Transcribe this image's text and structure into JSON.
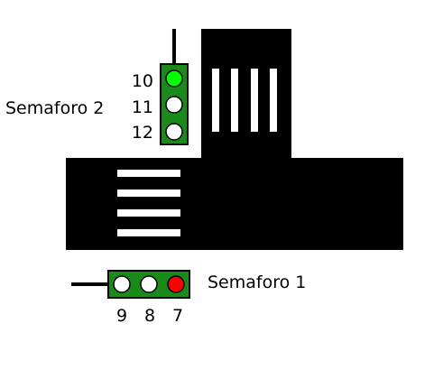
{
  "semaforo_1": {
    "label": "Semaforo 1",
    "lights": [
      {
        "number": "9",
        "state": "off",
        "color": "#ffffff"
      },
      {
        "number": "8",
        "state": "off",
        "color": "#ffffff"
      },
      {
        "number": "7",
        "state": "red",
        "color": "#ff0000"
      }
    ]
  },
  "semaforo_2": {
    "label": "Semaforo 2",
    "lights": [
      {
        "number": "10",
        "state": "green",
        "color": "#00ff00"
      },
      {
        "number": "11",
        "state": "off",
        "color": "#ffffff"
      },
      {
        "number": "12",
        "state": "off",
        "color": "#ffffff"
      }
    ]
  },
  "colors": {
    "road": "#000000",
    "crosswalk": "#ffffff",
    "signal_housing": "#1a8a1a",
    "background": "#ffffff"
  }
}
